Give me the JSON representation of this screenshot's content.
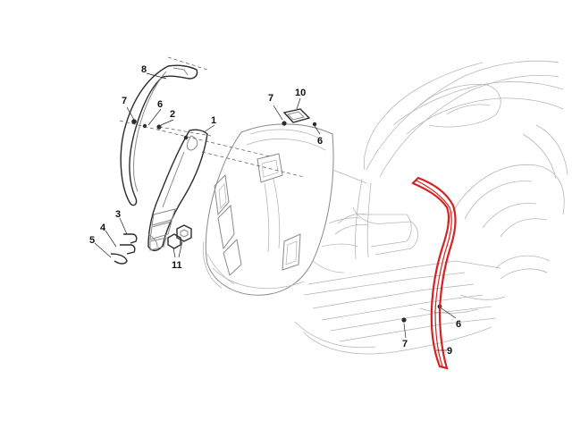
{
  "callouts": {
    "c1": "1",
    "c2": "2",
    "c3": "3",
    "c4": "4",
    "c5": "5",
    "c6a": "6",
    "c6b": "6",
    "c6c": "6",
    "c7a": "7",
    "c7b": "7",
    "c7c": "7",
    "c8": "8",
    "c9": "9",
    "c10": "10",
    "c11": "11"
  },
  "colors": {
    "highlight": "#d42323",
    "line_light": "#b7b7b7",
    "line_dark": "#2b2b2b"
  },
  "icons": [
    "screw-icon",
    "nut-icon",
    "clip-icon"
  ]
}
